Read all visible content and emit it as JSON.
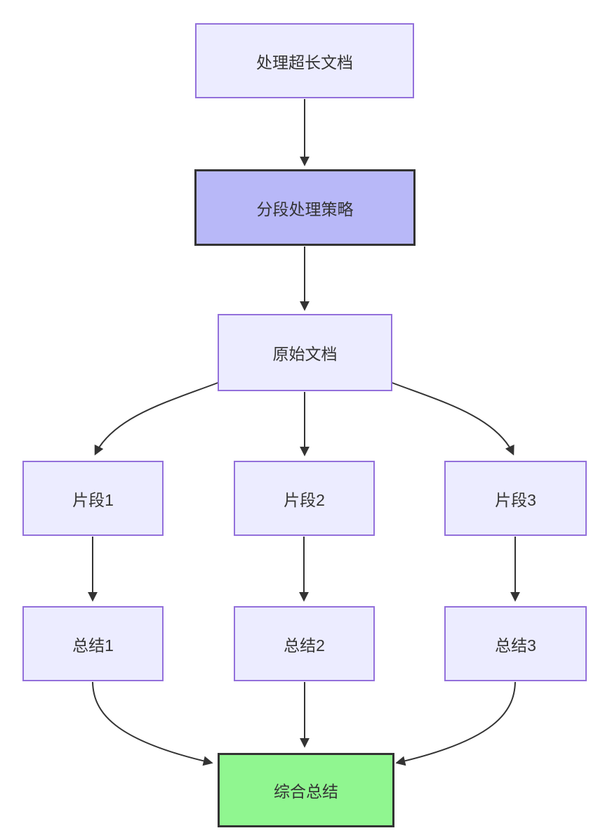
{
  "diagram": {
    "type": "flowchart",
    "direction": "top-down",
    "nodes": [
      {
        "id": "A",
        "label": "处理超长文档",
        "style": "default"
      },
      {
        "id": "B",
        "label": "分段处理策略",
        "style": "emphasis"
      },
      {
        "id": "C",
        "label": "原始文档",
        "style": "default"
      },
      {
        "id": "D1",
        "label": "片段1",
        "style": "default"
      },
      {
        "id": "D2",
        "label": "片段2",
        "style": "default"
      },
      {
        "id": "D3",
        "label": "片段3",
        "style": "default"
      },
      {
        "id": "E1",
        "label": "总结1",
        "style": "default"
      },
      {
        "id": "E2",
        "label": "总结2",
        "style": "default"
      },
      {
        "id": "E3",
        "label": "总结3",
        "style": "default"
      },
      {
        "id": "F",
        "label": "综合总结",
        "style": "success"
      }
    ],
    "edges": [
      {
        "from": "A",
        "to": "B"
      },
      {
        "from": "B",
        "to": "C"
      },
      {
        "from": "C",
        "to": "D1"
      },
      {
        "from": "C",
        "to": "D2"
      },
      {
        "from": "C",
        "to": "D3"
      },
      {
        "from": "D1",
        "to": "E1"
      },
      {
        "from": "D2",
        "to": "E2"
      },
      {
        "from": "D3",
        "to": "E3"
      },
      {
        "from": "E1",
        "to": "F"
      },
      {
        "from": "E2",
        "to": "F"
      },
      {
        "from": "E3",
        "to": "F"
      }
    ],
    "colors": {
      "node_default_fill": "#ECECFF",
      "node_default_border": "#9370DB",
      "node_emphasis_fill": "#b8b8f8",
      "node_emphasis_border": "#333333",
      "node_success_fill": "#90f690",
      "node_success_border": "#333333",
      "edge_stroke": "#333333",
      "text": "#333333"
    }
  }
}
